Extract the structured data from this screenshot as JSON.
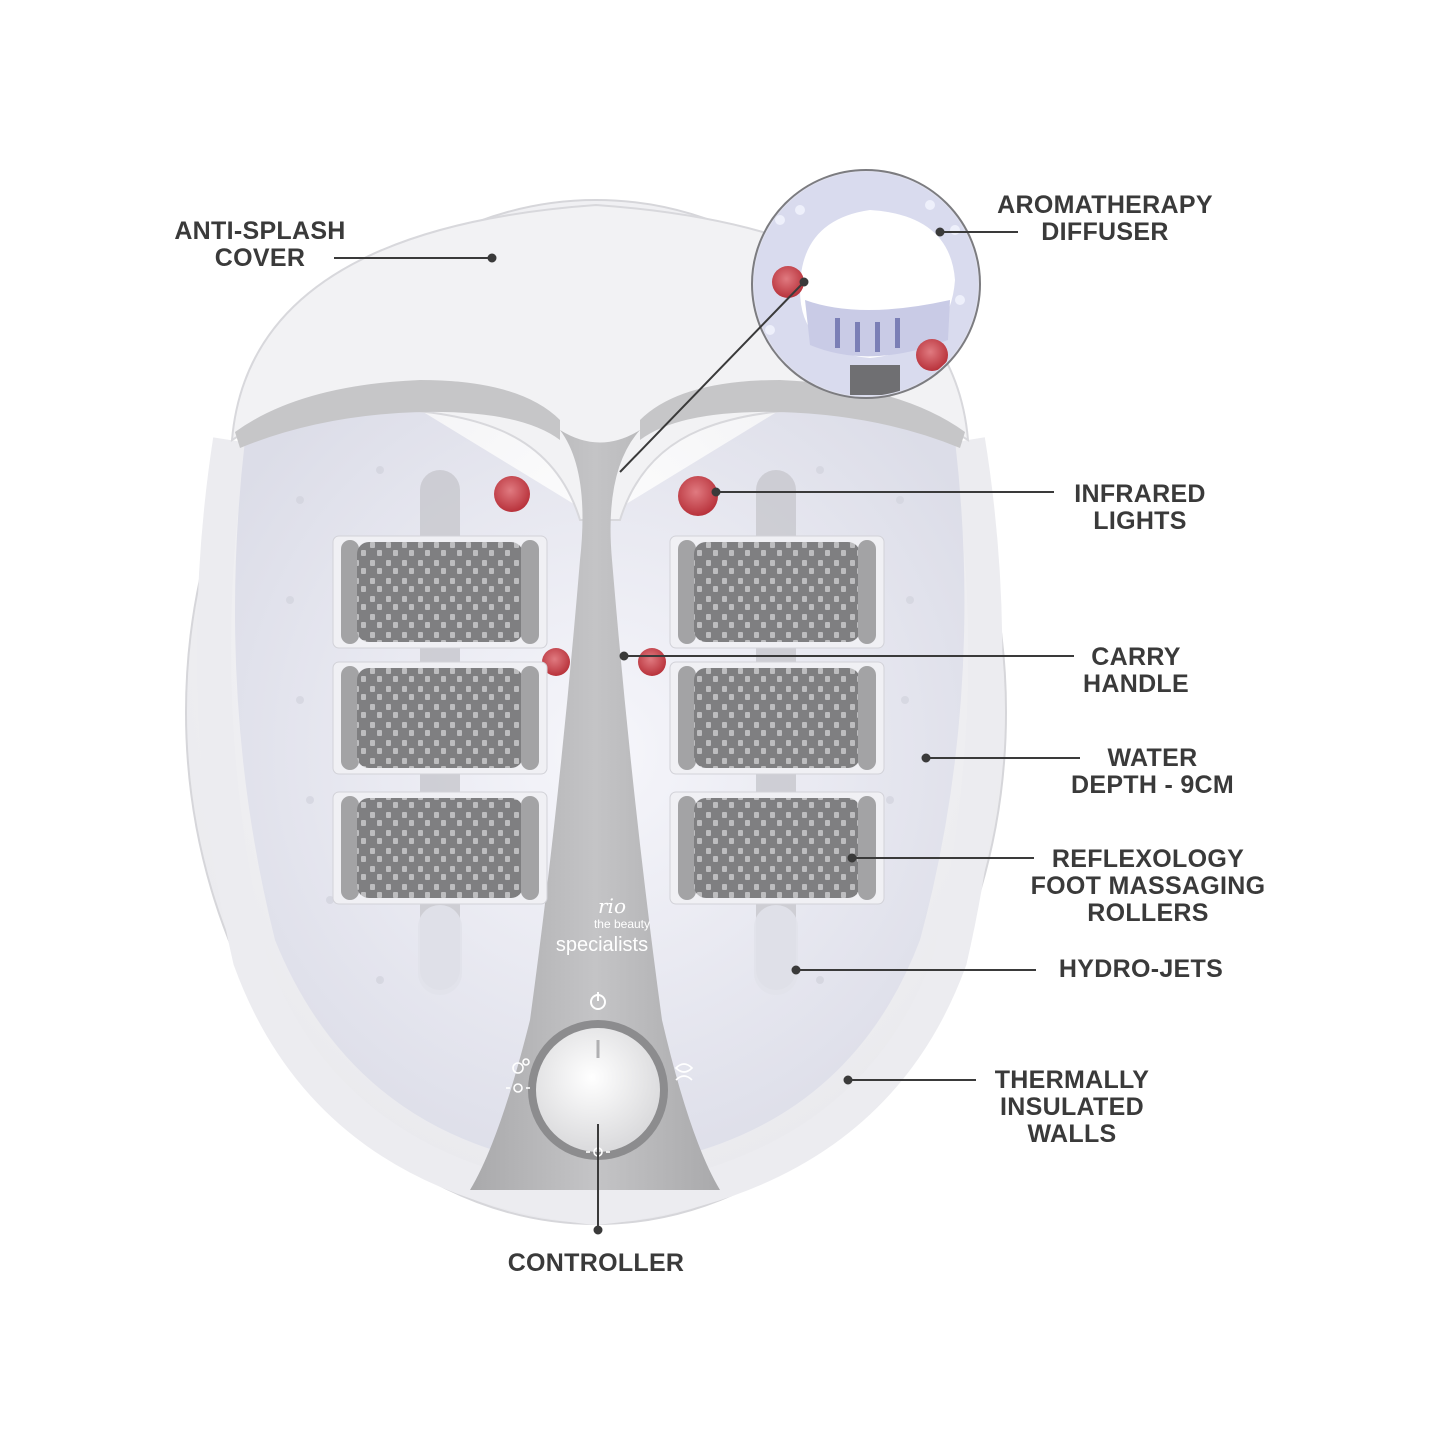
{
  "brand": {
    "mark": "rio",
    "tagline": "the beauty",
    "name": "specialists"
  },
  "colors": {
    "text": "#3a3a3a",
    "leader": "#3a3a3a",
    "shell": "#f4f4f6",
    "grey_body": "#b4b4b6",
    "basin": "#e8e9f2",
    "roller": "#8e8e90",
    "infrared": "#c8474f"
  },
  "icons": [
    "power-icon",
    "bubbles-icon",
    "light-icon",
    "vibration-icon",
    "heat-icon"
  ],
  "labels": {
    "anti_splash": [
      "ANTI-SPLASH",
      "COVER"
    ],
    "aromatherapy": [
      "AROMATHERAPY",
      "DIFFUSER"
    ],
    "infrared": [
      "INFRARED",
      "LIGHTS"
    ],
    "carry": [
      "CARRY",
      "HANDLE"
    ],
    "water": [
      "WATER",
      "DEPTH - 9CM"
    ],
    "rollers": [
      "REFLEXOLOGY",
      "FOOT MASSAGING",
      "ROLLERS"
    ],
    "hydro": [
      "HYDRO-JETS"
    ],
    "thermal": [
      "THERMALLY",
      "INSULATED",
      "WALLS"
    ],
    "controller": [
      "CONTROLLER"
    ]
  }
}
